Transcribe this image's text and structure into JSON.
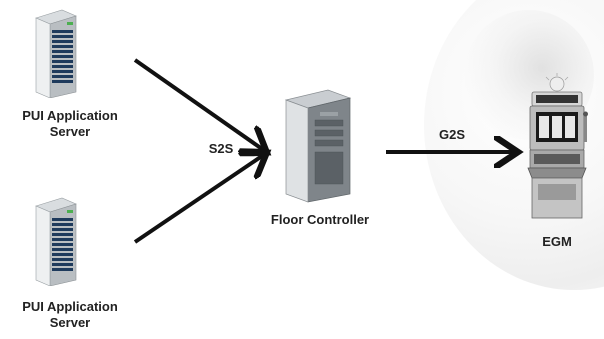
{
  "nodes": {
    "pui_server_top": {
      "label_line1": "PUI Application",
      "label_line2": "Server",
      "icon": "server-tower-icon"
    },
    "pui_server_bottom": {
      "label_line1": "PUI Application",
      "label_line2": "Server",
      "icon": "server-tower-icon"
    },
    "floor_controller": {
      "label": "Floor Controller",
      "icon": "computer-tower-icon"
    },
    "egm": {
      "label": "EGM",
      "icon": "slot-machine-icon"
    }
  },
  "edges": {
    "s2s": {
      "label": "S2S",
      "from": [
        "pui_server_top",
        "pui_server_bottom"
      ],
      "to": "floor_controller"
    },
    "g2s": {
      "label": "G2S",
      "from": "floor_controller",
      "to": "egm"
    }
  },
  "colors": {
    "arrow": "#111111",
    "label_text": "#222222"
  }
}
